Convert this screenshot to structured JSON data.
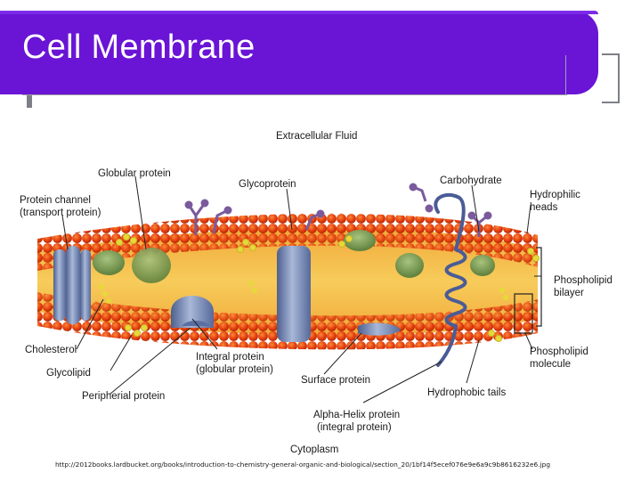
{
  "slide": {
    "title": "Cell Membrane",
    "source_url": "http://2012books.lardbucket.org/books/introduction-to-chemistry-general-organic-and-biological/section_20/1bf14f5ecef076e9e6a9c9b8616232e6.jpg"
  },
  "diagram": {
    "labels": {
      "extracellular_fluid": "Extracellular Fluid",
      "globular_protein": "Globular protein",
      "glycoprotein": "Glycoprotein",
      "carbohydrate": "Carbohydrate",
      "protein_channel_1": "Protein channel",
      "protein_channel_2": "(transport protein)",
      "hydrophilic_heads_1": "Hydrophilic",
      "hydrophilic_heads_2": "heads",
      "phospholipid_bilayer_1": "Phospholipid",
      "phospholipid_bilayer_2": "bilayer",
      "cholesterol": "Cholesterol",
      "integral_protein_1": "Integral protein",
      "integral_protein_2": "(globular protein)",
      "phospholipid_molecule_1": "Phospholipid",
      "phospholipid_molecule_2": "molecule",
      "glycolipid": "Glycolipid",
      "surface_protein": "Surface protein",
      "peripherial_protein": "Peripherial protein",
      "hydrophobic_tails": "Hydrophobic tails",
      "alpha_helix_1": "Alpha-Helix protein",
      "alpha_helix_2": "(integral protein)",
      "cytoplasm": "Cytoplasm"
    },
    "colors": {
      "head": "#e8420f",
      "head_highlight": "#f26a1c",
      "tail_region": "#f3b43a",
      "protein_blue": "#6d82b0",
      "globular_green": "#7a9c5a",
      "carbohydrate_purple": "#7a5a9c",
      "cholesterol_yellow": "#e7d93a",
      "helix_blue": "#4a5c96"
    }
  }
}
